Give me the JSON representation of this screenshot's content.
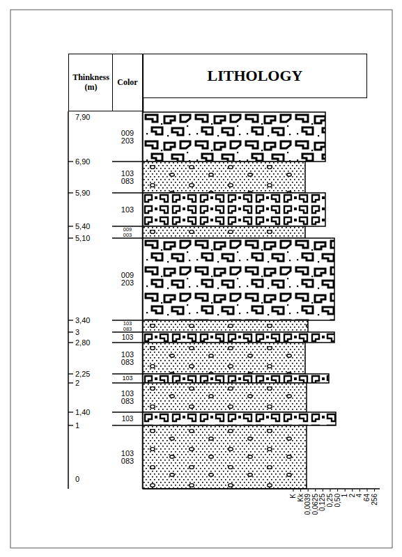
{
  "diagram": {
    "nodes": [
      {
        "text": [
          "Thinkness (m)"
        ]
      },
      {
        "text": [
          "Color"
        ]
      },
      {
        "text": [
          "LITHOLOGY"
        ]
      }
    ],
    "labels": [
      "7,90",
      "6,90",
      "5,90",
      "5,40",
      "5,10",
      "3,40",
      "3",
      "2,80",
      "2,25",
      "2",
      "1,40",
      "1",
      "0",
      "009 203",
      "103 083",
      "103",
      "009 003",
      "009 203",
      "103 083",
      "103",
      "103 083",
      "103",
      "103 083",
      "103",
      "103 083",
      "K",
      "Kk",
      "0,0039",
      "0,0625",
      "0,125",
      "0,25",
      "0,50",
      "1",
      "2",
      "4",
      "64",
      "256"
    ]
  }
}
